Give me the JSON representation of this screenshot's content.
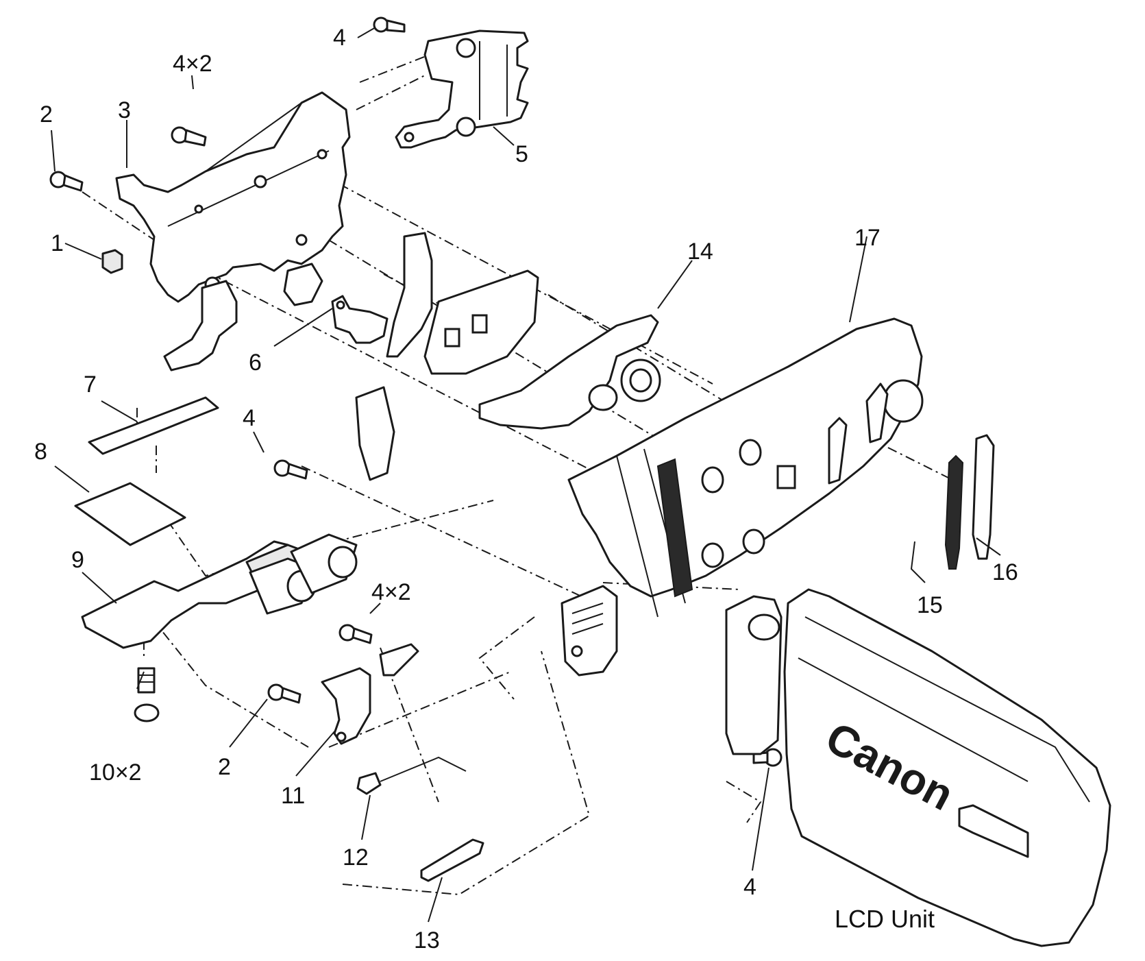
{
  "diagram": {
    "caption": "LCD Unit",
    "logo_text": "Canon",
    "callouts": {
      "c1": "1",
      "c2a": "2",
      "c2b": "2",
      "c3": "3",
      "c4a": "4",
      "c4b": "4",
      "c4c": "4",
      "c4x2a": "4×2",
      "c4x2b": "4×2",
      "c5": "5",
      "c6": "6",
      "c7": "7",
      "c8": "8",
      "c9": "9",
      "c10x2": "10×2",
      "c11": "11",
      "c12": "12",
      "c13": "13",
      "c14": "14",
      "c15": "15",
      "c16": "16",
      "c17": "17"
    }
  }
}
